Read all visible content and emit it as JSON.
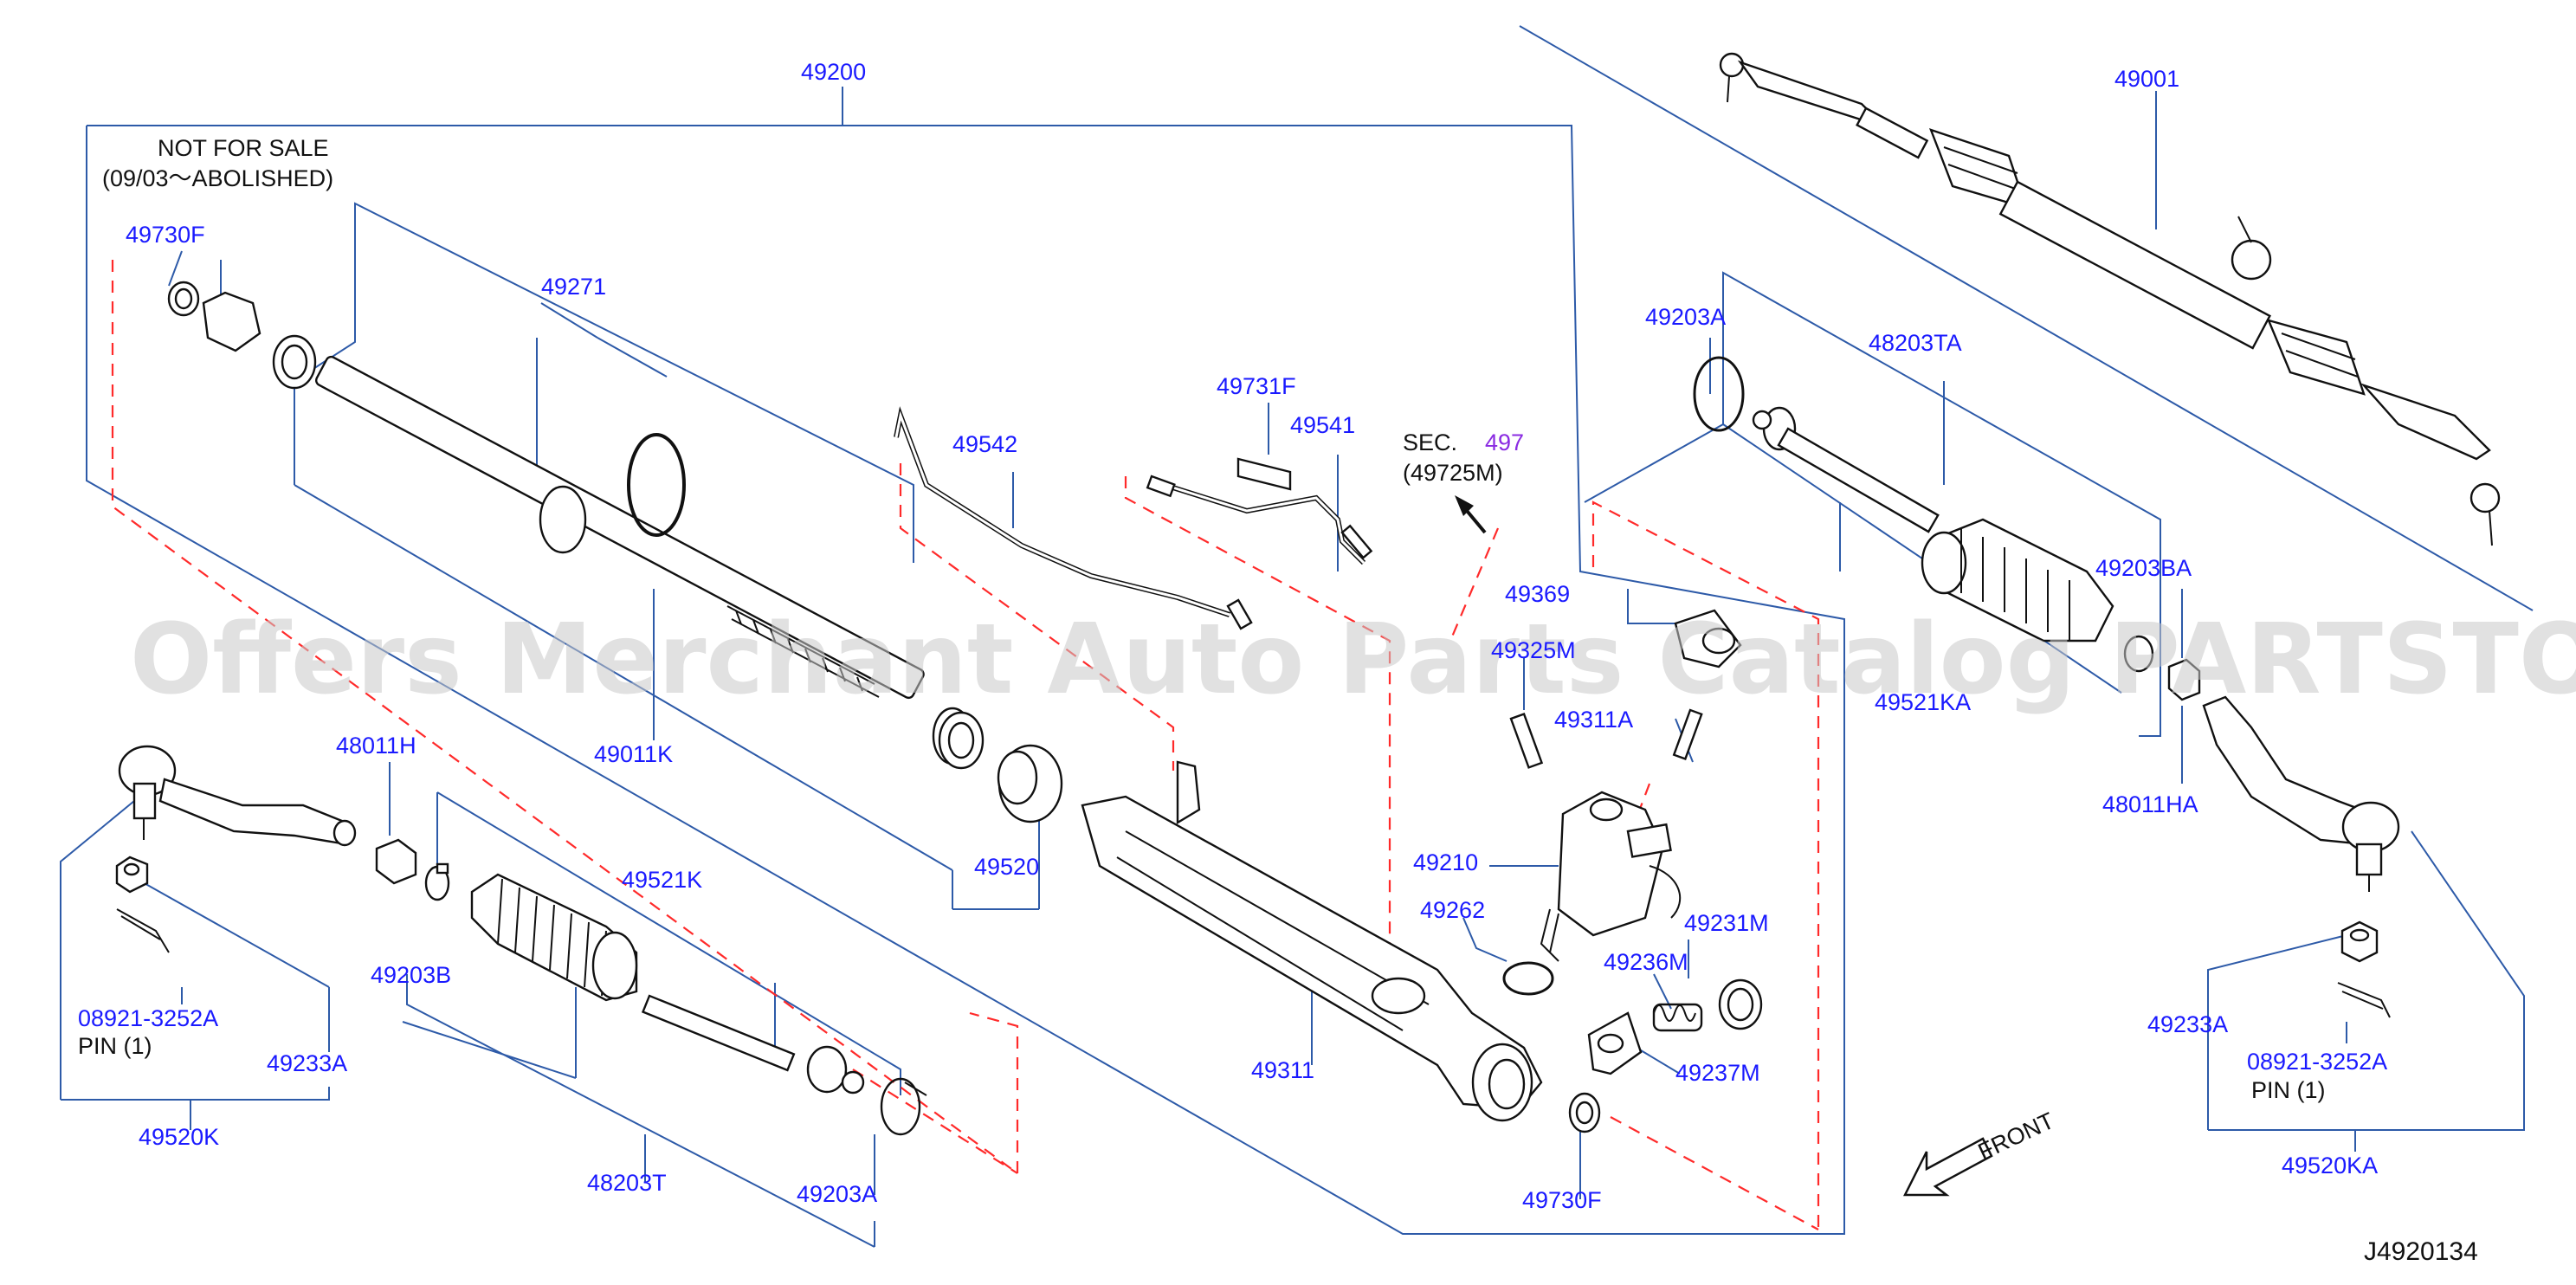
{
  "labels": {
    "l49200": "49200",
    "l49001": "49001",
    "nfs1": "NOT  FOR  SALE",
    "nfs2": "(09/03～ABOLISHED)",
    "l49730F_a": "49730F",
    "l49271": "49271",
    "l49203A_a": "49203A",
    "l48203TA": "48203TA",
    "l49731F": "49731F",
    "l49541": "49541",
    "l49542": "49542",
    "sec1": "SEC.",
    "sec_num": "497",
    "sec2": "(49725M)",
    "l49203BA": "49203BA",
    "l49369": "49369",
    "l49325M": "49325M",
    "l49311A": "49311A",
    "l49521KA": "49521KA",
    "l48011HA": "48011HA",
    "l49011K": "49011K",
    "l48011H": "48011H",
    "l49521K": "49521K",
    "l49520": "49520",
    "l49210": "49210",
    "l49262": "49262",
    "l49231M": "49231M",
    "l49236M": "49236M",
    "l49237M": "49237M",
    "l49203B": "49203B",
    "l08921_a": "08921-3252A",
    "pin_a": "PIN     (1)",
    "l49233A_a": "49233A",
    "l49520K": "49520K",
    "l48203T": "48203T",
    "l49203A_b": "49203A",
    "l49311": "49311",
    "l49730F_b": "49730F",
    "l49233A_b": "49233A",
    "l08921_b": "08921-3252A",
    "pin_b": "PIN     (1)",
    "l49520KA": "49520KA",
    "front": "FRONT",
    "code": "J4920134"
  },
  "watermark": "Offers Merchant Auto Parts Catalog PARTSTORE.SA",
  "colors": {
    "part_number": "#1a1aff",
    "leader_line": "#2d5aa8",
    "dashed_boundary": "#ff2a2a",
    "drawing": "#111111",
    "section_ref": "#8a2be2"
  }
}
